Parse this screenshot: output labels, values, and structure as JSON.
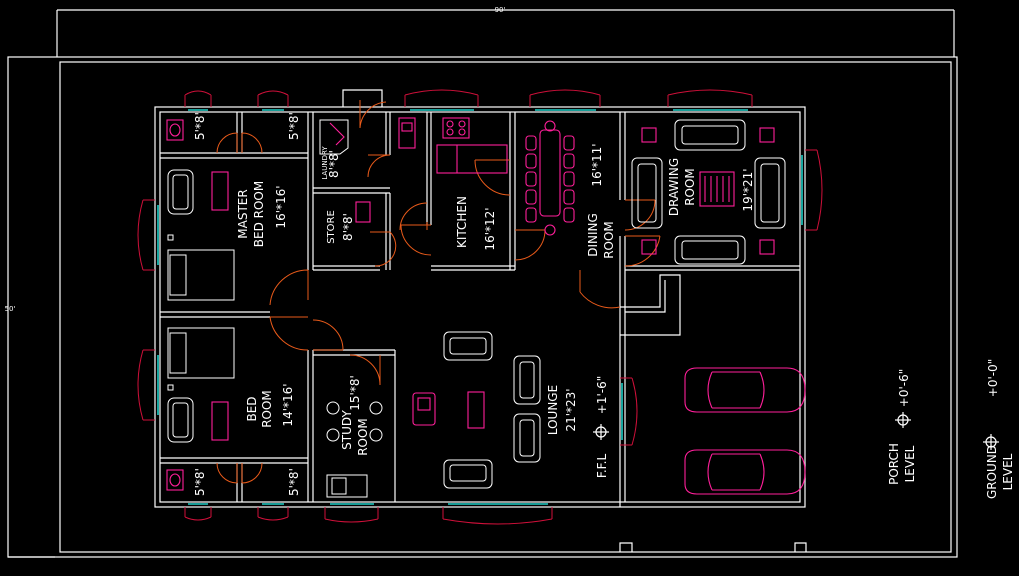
{
  "dimensions": {
    "width": "90'",
    "height": "50'"
  },
  "rooms": {
    "master_bed": {
      "name1": "MASTER",
      "name2": "BED ROOM",
      "size": "16'*16'"
    },
    "bed": {
      "name1": "BED",
      "name2": "ROOM",
      "size": "14'*16'"
    },
    "laundry": {
      "name": "LAUNDRY",
      "size": "8'*8'"
    },
    "store": {
      "name": "STORE",
      "size": "8'*8'"
    },
    "kitchen": {
      "name": "KITCHEN",
      "size": "16'*12'"
    },
    "dining": {
      "name1": "DINING",
      "name2": "ROOM",
      "size": "16'*11'"
    },
    "drawing": {
      "name1": "DRAWING",
      "name2": "ROOM",
      "size": "19'*21'"
    },
    "study": {
      "name1": "STUDY",
      "name2": "ROOM",
      "size": "15'*8'"
    },
    "lounge": {
      "name": "LOUNGE",
      "size": "21'*23'"
    },
    "bath_tl": {
      "size": "5'*8'"
    },
    "bath_tr": {
      "size": "5'*8'"
    },
    "bath_bl": {
      "size": "5'*8'"
    },
    "bath_br": {
      "size": "5'*8'"
    }
  },
  "levels": {
    "ffl": {
      "label": "F.F.L",
      "value": "+1'-6\""
    },
    "porch": {
      "label1": "PORCH",
      "label2": "LEVEL",
      "value": "+0'-6\""
    },
    "ground": {
      "label1": "GROUND",
      "label2": "LEVEL",
      "value": "+0'-0\""
    }
  },
  "colors": {
    "background": "#000000",
    "wall": "#ffffff",
    "door": "#e85a1a",
    "window": "#d0103a",
    "glass": "#1fd0c8",
    "furniture_accent": "#ff1f9a"
  }
}
